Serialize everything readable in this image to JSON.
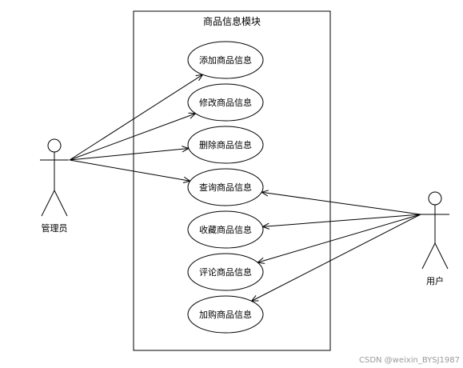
{
  "system": {
    "title": "商品信息模块"
  },
  "actors": {
    "admin": {
      "label": "管理员"
    },
    "user": {
      "label": "用户"
    }
  },
  "use_cases": [
    {
      "id": "add",
      "label": "添加商品信息"
    },
    {
      "id": "edit",
      "label": "修改商品信息"
    },
    {
      "id": "delete",
      "label": "删除商品信息"
    },
    {
      "id": "query",
      "label": "查询商品信息"
    },
    {
      "id": "favorite",
      "label": "收藏商品信息"
    },
    {
      "id": "review",
      "label": "评论商品信息"
    },
    {
      "id": "purchase",
      "label": "加购商品信息"
    }
  ],
  "associations": [
    {
      "from": "admin",
      "to": "add"
    },
    {
      "from": "admin",
      "to": "edit"
    },
    {
      "from": "admin",
      "to": "delete"
    },
    {
      "from": "admin",
      "to": "query"
    },
    {
      "from": "user",
      "to": "query"
    },
    {
      "from": "user",
      "to": "favorite"
    },
    {
      "from": "user",
      "to": "review"
    },
    {
      "from": "user",
      "to": "purchase"
    }
  ],
  "watermark": "CSDN @weixin_BYSJ1987",
  "colors": {
    "stroke": "#000000",
    "fill": "#ffffff",
    "watermark": "#9a9a9a"
  }
}
